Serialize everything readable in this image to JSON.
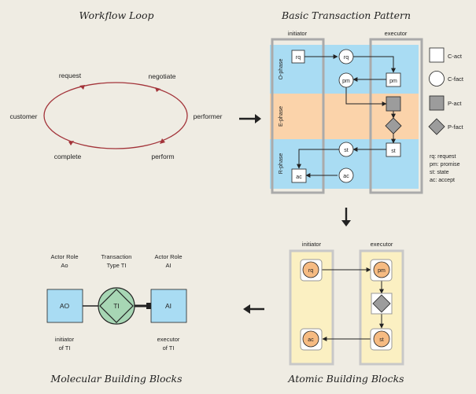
{
  "titles": {
    "workflow": "Workflow Loop",
    "basic": "Basic Transaction Pattern",
    "atomic": "Atomic Building Blocks",
    "molecular": "Molecular Building Blocks"
  },
  "workflow": {
    "request": "request",
    "negotiate": "negotiate",
    "customer": "customer",
    "performer": "performer",
    "complete": "complete",
    "perform": "perform"
  },
  "basic": {
    "initiator": "initiator",
    "executor": "executor",
    "o_phase": "O-phase",
    "e_phase": "E-phase",
    "r_phase": "R-phase",
    "nodes": {
      "rq": "rq",
      "pm": "pm",
      "st": "st",
      "ac": "ac"
    }
  },
  "legend": {
    "c_act": "C-act",
    "c_fact": "C-fact",
    "p_act": "P-act",
    "p_fact": "P-fact",
    "abbrev": [
      "rq: request",
      "pm: promise",
      "st: state",
      "ac: accept"
    ]
  },
  "atomic": {
    "initiator": "initiator",
    "executor": "executor",
    "nodes": {
      "rq": "rq",
      "pm": "pm",
      "st": "st",
      "ac": "ac"
    }
  },
  "molecular": {
    "actor_role_ao_1": "Actor Role",
    "actor_role_ao_2": "Ao",
    "transaction_1": "Transaction",
    "transaction_2": "Type TI",
    "actor_role_ai_1": "Actor Role",
    "actor_role_ai_2": "AI",
    "ao": "AO",
    "ti": "TI",
    "ai": "AI",
    "initiator_1": "initiator",
    "initiator_2": "of TI",
    "executor_1": "executor",
    "executor_2": "of TI"
  },
  "colors": {
    "blue": "#a9dcf3",
    "orange": "#fbd3aa",
    "yellow": "#fbf0c2",
    "orange_node": "#f6bb82",
    "green": "#a7d6b4",
    "loop_red": "#a3343a"
  }
}
